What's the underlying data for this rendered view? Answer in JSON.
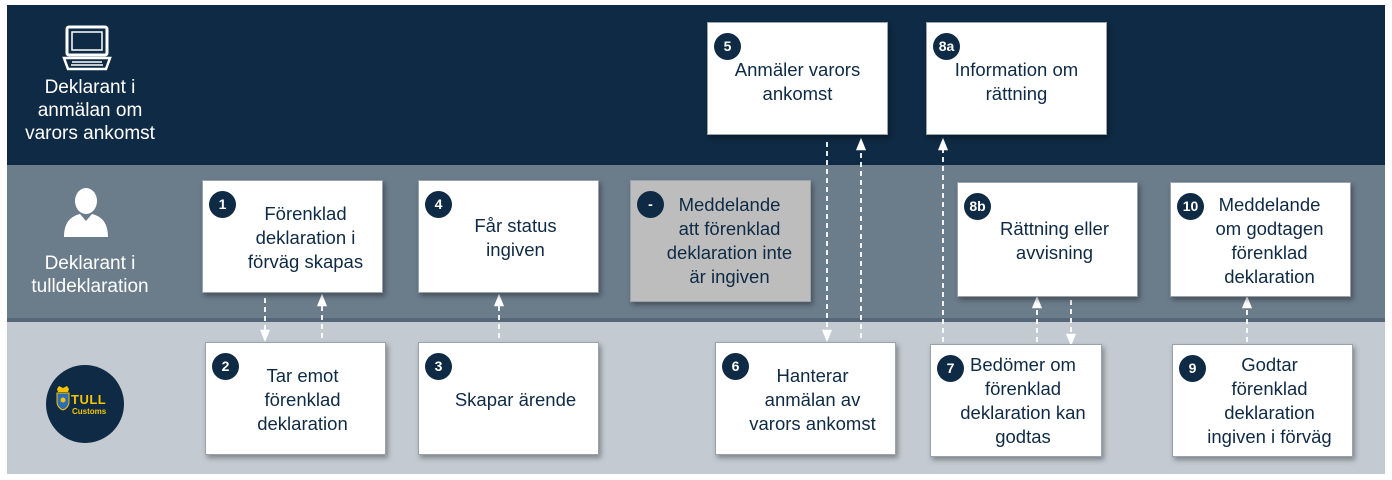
{
  "lanes": {
    "declarant_arrival": "Deklarant i\nanmälan om\nvarors ankomst",
    "declarant_customs": "Deklarant i\ntulldeklaration",
    "customs_logo_text": "TULL",
    "customs_logo_subtext": "Customs"
  },
  "boxes": {
    "b1": {
      "badge": "1",
      "text": "Förenklad\ndeklaration i\nförväg skapas"
    },
    "b4": {
      "badge": "4",
      "text": "Får status\ningiven"
    },
    "bdash": {
      "badge": "-",
      "text": "Meddelande\natt förenklad\ndeklaration inte\när ingiven"
    },
    "b5": {
      "badge": "5",
      "text": "Anmäler varors\nankomst"
    },
    "b8a": {
      "badge": "8a",
      "text": "Information om\nrättning"
    },
    "b8b": {
      "badge": "8b",
      "text": "Rättning eller\navvisning"
    },
    "b10": {
      "badge": "10",
      "text": "Meddelande\nom godtagen\nförenklad\ndeklaration"
    },
    "b2": {
      "badge": "2",
      "text": "Tar emot\nförenklad\ndeklaration"
    },
    "b3": {
      "badge": "3",
      "text": "Skapar ärende"
    },
    "b6": {
      "badge": "6",
      "text": "Hanterar\nanmälan av\nvarors ankomst"
    },
    "b7": {
      "badge": "7",
      "text": "Bedömer om\nförenklad\ndeklaration kan\ngodtas"
    },
    "b9": {
      "badge": "9",
      "text": "Godtar\nförenklad\ndeklaration\ningiven i förväg"
    }
  },
  "colors": {
    "navy": "#0f2a44",
    "slate": "#6b7c8b",
    "light_grey": "#c3cad1",
    "logo_yellow": "#f5c400"
  },
  "icons": [
    "computer-icon",
    "person-icon",
    "customs-logo"
  ]
}
